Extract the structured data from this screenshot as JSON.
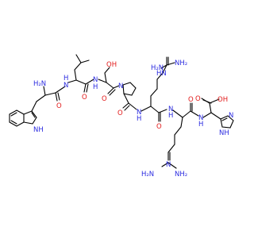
{
  "colors": {
    "background": "#ffffff",
    "bond": "#000000",
    "nitrogen": "#2b2be0",
    "oxygen": "#e21b1b"
  },
  "molecule": {
    "atom_labels": {
      "nh2_trp": "H₂N",
      "nh_indole": "NH",
      "o_trp": "O",
      "h_n_leu": "H",
      "n_leu": "N",
      "o_leu": "O",
      "n_ser": "N",
      "h_n_ser": "H",
      "oh_ser": "OH",
      "o_ser": "O",
      "n_pro": "N",
      "o_pro": "O",
      "h_n_arg1": "H",
      "n_arg1": "N",
      "o_arg1": "O",
      "nh_arg1_side": "HN",
      "nh2_arg1_a": "H₂N",
      "nh2_arg1_b": "NH₂",
      "h_n_arg2": "H",
      "n_arg2": "N",
      "o_arg2": "O",
      "n_his": "N",
      "h_n_his": "H",
      "o_his_acid": "O",
      "oh_his_acid": "OH",
      "n_his_ring": "N",
      "nh_his_ring": "NH",
      "n_arg2_side": "N",
      "nh2_arg2_a": "H₂N",
      "nh2_arg2_b": "NH₂"
    }
  }
}
